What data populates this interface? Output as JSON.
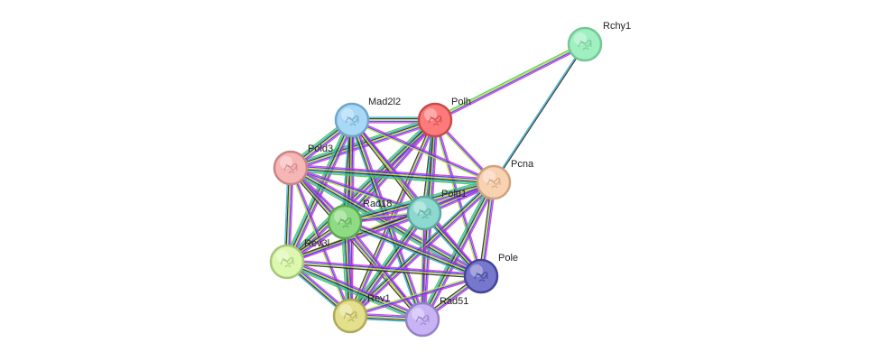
{
  "network": {
    "nodes": [
      {
        "id": "Rchy1",
        "label": "Rchy1",
        "color": "#9fefc0",
        "stroke": "#74c797"
      },
      {
        "id": "Polh",
        "label": "Polh",
        "color": "#ff7b7b",
        "stroke": "#c84a4a"
      },
      {
        "id": "Mad2l2",
        "label": "Mad2l2",
        "color": "#a8d8f5",
        "stroke": "#6fa6c8"
      },
      {
        "id": "Pold3",
        "label": "Pold3",
        "color": "#f7b6b6",
        "stroke": "#c98585"
      },
      {
        "id": "Pcna",
        "label": "Pcna",
        "color": "#f9d2b1",
        "stroke": "#cfa37e"
      },
      {
        "id": "Pold1",
        "label": "Pold1",
        "color": "#8ed9cf",
        "stroke": "#5aa99f"
      },
      {
        "id": "Rad18",
        "label": "Rad18",
        "color": "#8fdb85",
        "stroke": "#5aa852"
      },
      {
        "id": "Rev3l",
        "label": "Rev3l",
        "color": "#dcf7ae",
        "stroke": "#a6c77a"
      },
      {
        "id": "Pole",
        "label": "Pole",
        "color": "#7777cc",
        "stroke": "#44449a"
      },
      {
        "id": "Rev1",
        "label": "Rev1",
        "color": "#e3df8d",
        "stroke": "#aeaa58"
      },
      {
        "id": "Rad51",
        "label": "Rad51",
        "color": "#c8b4f5",
        "stroke": "#9481c8"
      }
    ],
    "edges": [
      [
        "Rchy1",
        "Polh"
      ],
      [
        "Rchy1",
        "Pcna"
      ],
      [
        "Polh",
        "Mad2l2"
      ],
      [
        "Polh",
        "Pold3"
      ],
      [
        "Polh",
        "Pcna"
      ],
      [
        "Polh",
        "Pold1"
      ],
      [
        "Polh",
        "Rad18"
      ],
      [
        "Polh",
        "Rev3l"
      ],
      [
        "Polh",
        "Pole"
      ],
      [
        "Polh",
        "Rev1"
      ],
      [
        "Polh",
        "Rad51"
      ],
      [
        "Mad2l2",
        "Pold3"
      ],
      [
        "Mad2l2",
        "Pcna"
      ],
      [
        "Mad2l2",
        "Pold1"
      ],
      [
        "Mad2l2",
        "Rad18"
      ],
      [
        "Mad2l2",
        "Rev3l"
      ],
      [
        "Mad2l2",
        "Pole"
      ],
      [
        "Mad2l2",
        "Rev1"
      ],
      [
        "Mad2l2",
        "Rad51"
      ],
      [
        "Pold3",
        "Pcna"
      ],
      [
        "Pold3",
        "Pold1"
      ],
      [
        "Pold3",
        "Rad18"
      ],
      [
        "Pold3",
        "Rev3l"
      ],
      [
        "Pold3",
        "Pole"
      ],
      [
        "Pold3",
        "Rev1"
      ],
      [
        "Pold3",
        "Rad51"
      ],
      [
        "Pcna",
        "Pold1"
      ],
      [
        "Pcna",
        "Rad18"
      ],
      [
        "Pcna",
        "Rev3l"
      ],
      [
        "Pcna",
        "Pole"
      ],
      [
        "Pcna",
        "Rev1"
      ],
      [
        "Pcna",
        "Rad51"
      ],
      [
        "Pold1",
        "Rad18"
      ],
      [
        "Pold1",
        "Rev3l"
      ],
      [
        "Pold1",
        "Pole"
      ],
      [
        "Pold1",
        "Rev1"
      ],
      [
        "Pold1",
        "Rad51"
      ],
      [
        "Rad18",
        "Rev3l"
      ],
      [
        "Rad18",
        "Pole"
      ],
      [
        "Rad18",
        "Rev1"
      ],
      [
        "Rad18",
        "Rad51"
      ],
      [
        "Rev3l",
        "Pole"
      ],
      [
        "Rev3l",
        "Rev1"
      ],
      [
        "Rev3l",
        "Rad51"
      ],
      [
        "Pole",
        "Rev1"
      ],
      [
        "Pole",
        "Rad51"
      ],
      [
        "Rev1",
        "Rad51"
      ]
    ],
    "edge_colors": [
      "#d434d4",
      "#3a3aff",
      "#c4dd30",
      "#2b2b2b",
      "#2fb0d6",
      "#43c94a"
    ]
  }
}
